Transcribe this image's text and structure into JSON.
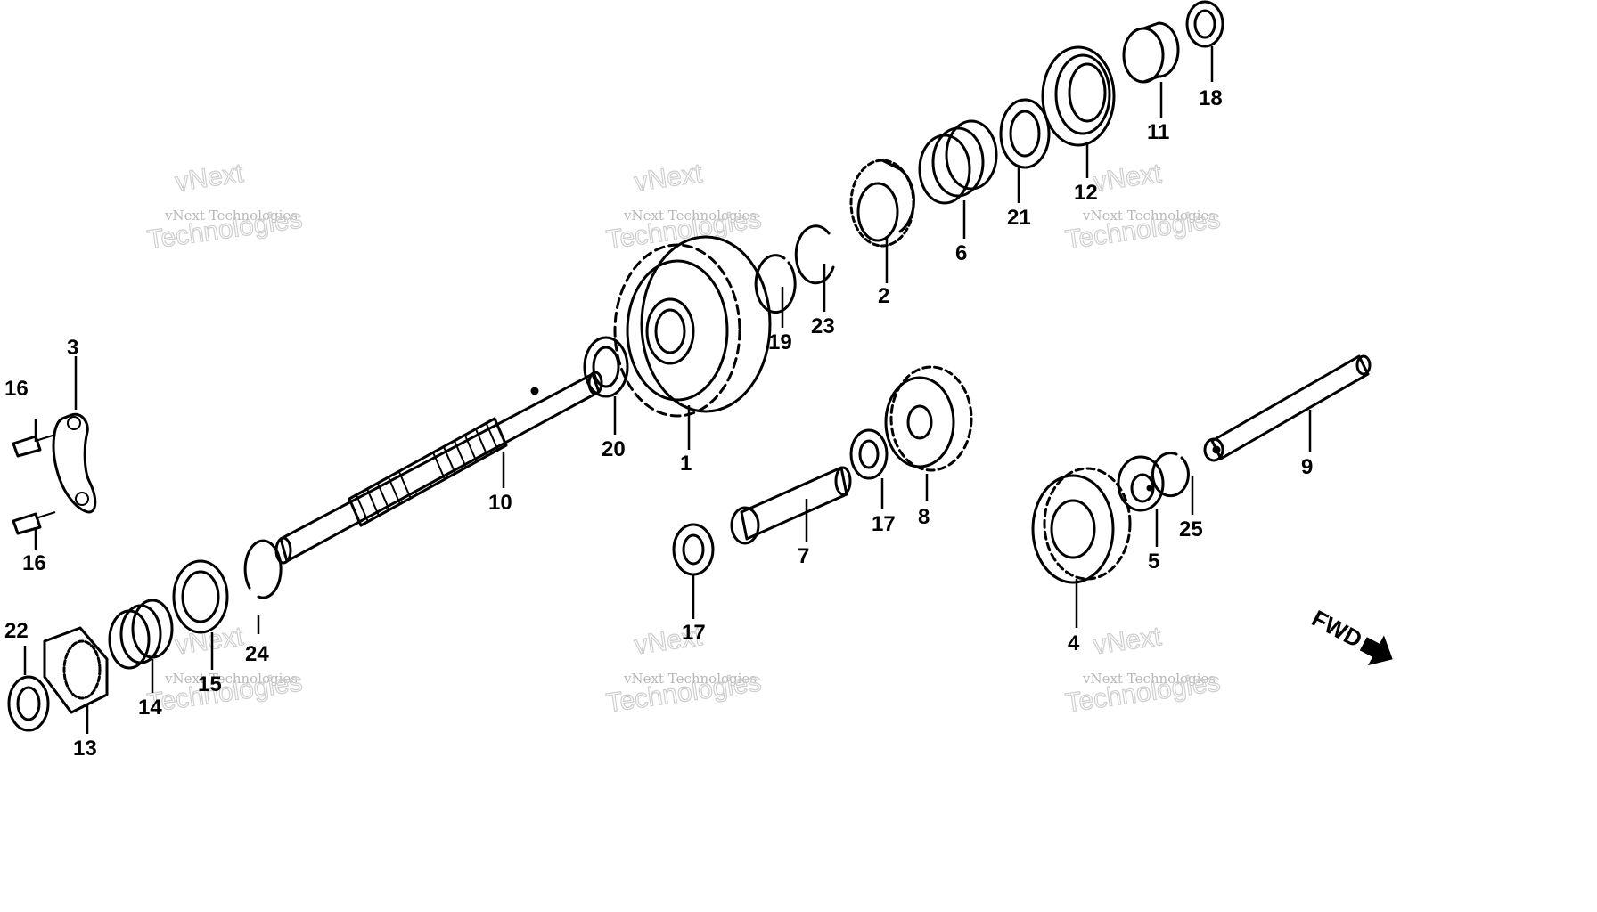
{
  "diagram": {
    "callouts": [
      "1",
      "2",
      "3",
      "4",
      "5",
      "6",
      "7",
      "8",
      "9",
      "10",
      "11",
      "12",
      "13",
      "14",
      "15",
      "16",
      "16",
      "17",
      "17",
      "18",
      "19",
      "20",
      "21",
      "22",
      "23",
      "24",
      "25"
    ],
    "direction_label": "FWD",
    "watermark": {
      "line1": "vNext Technologies",
      "line2_a": "vNext",
      "line2_b": "Technologies"
    }
  }
}
